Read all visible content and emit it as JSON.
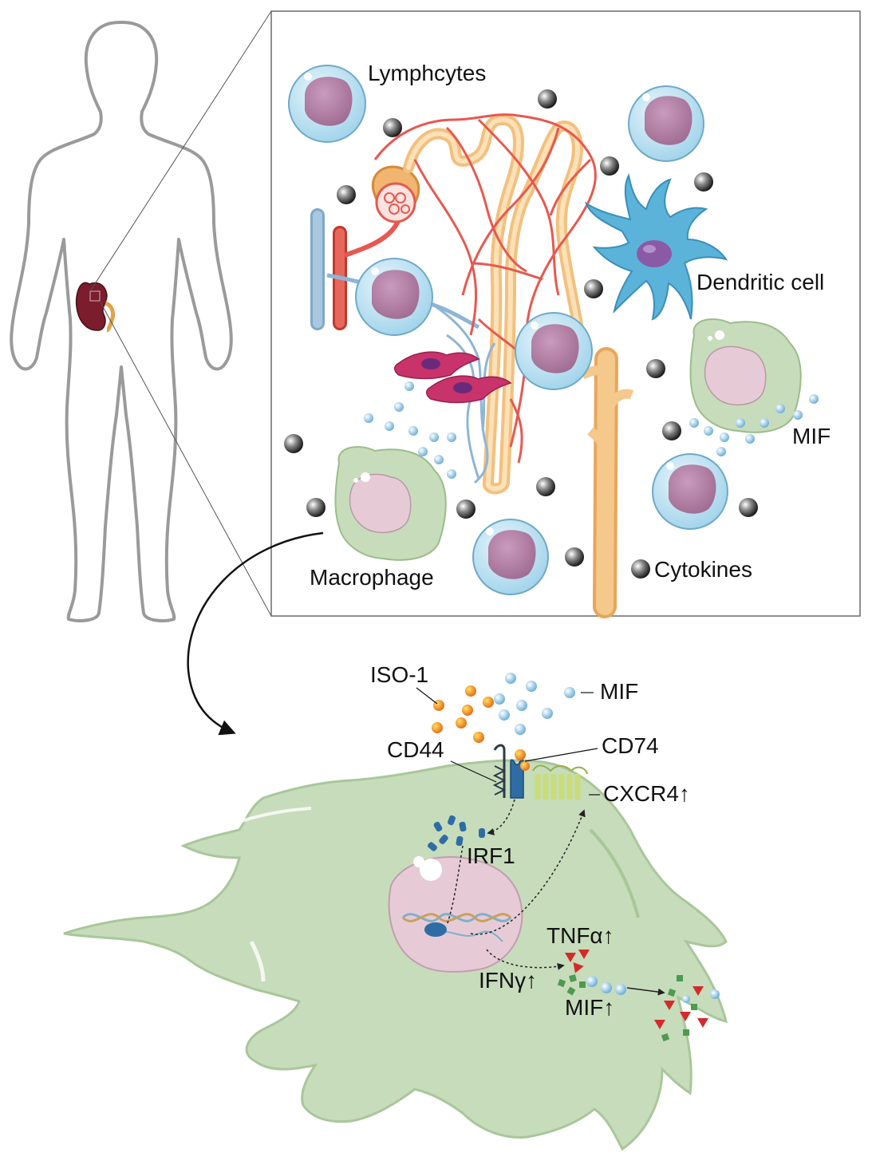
{
  "labels": {
    "lymphocytes": "Lymphcytes",
    "dendritic_cell": "Dendritic cell",
    "mif_top": "MIF",
    "macrophage": "Macrophage",
    "cytokines": "Cytokines",
    "iso1": "ISO-1",
    "mif_bottom": "MIF",
    "cd44": "CD44",
    "cd74": "CD74",
    "cxcr4": "CXCR4↑",
    "irf1": "IRF1",
    "tnfa": "TNFα↑",
    "ifng": "IFNγ↑",
    "mif_up": "MIF↑"
  },
  "colors": {
    "cytokine": "#3a3a3a",
    "mif": "#8ec3e6",
    "iso1": "#f0a020",
    "cell_membrane": "#c7dcbb",
    "nucleus": "#e6cbd6",
    "lymphocyte_body": "#b6dff0",
    "lymphocyte_nucleus": "#b07aa0",
    "dendritic": "#5cb3da",
    "artery": "#e8584f",
    "vein": "#8db6d6",
    "tubule": "#f3c07d",
    "tnfa": "#d42a2a",
    "ifng": "#4e9a4e",
    "cd74": "#2e6da4",
    "cxcr4": "#c8dc7a"
  }
}
